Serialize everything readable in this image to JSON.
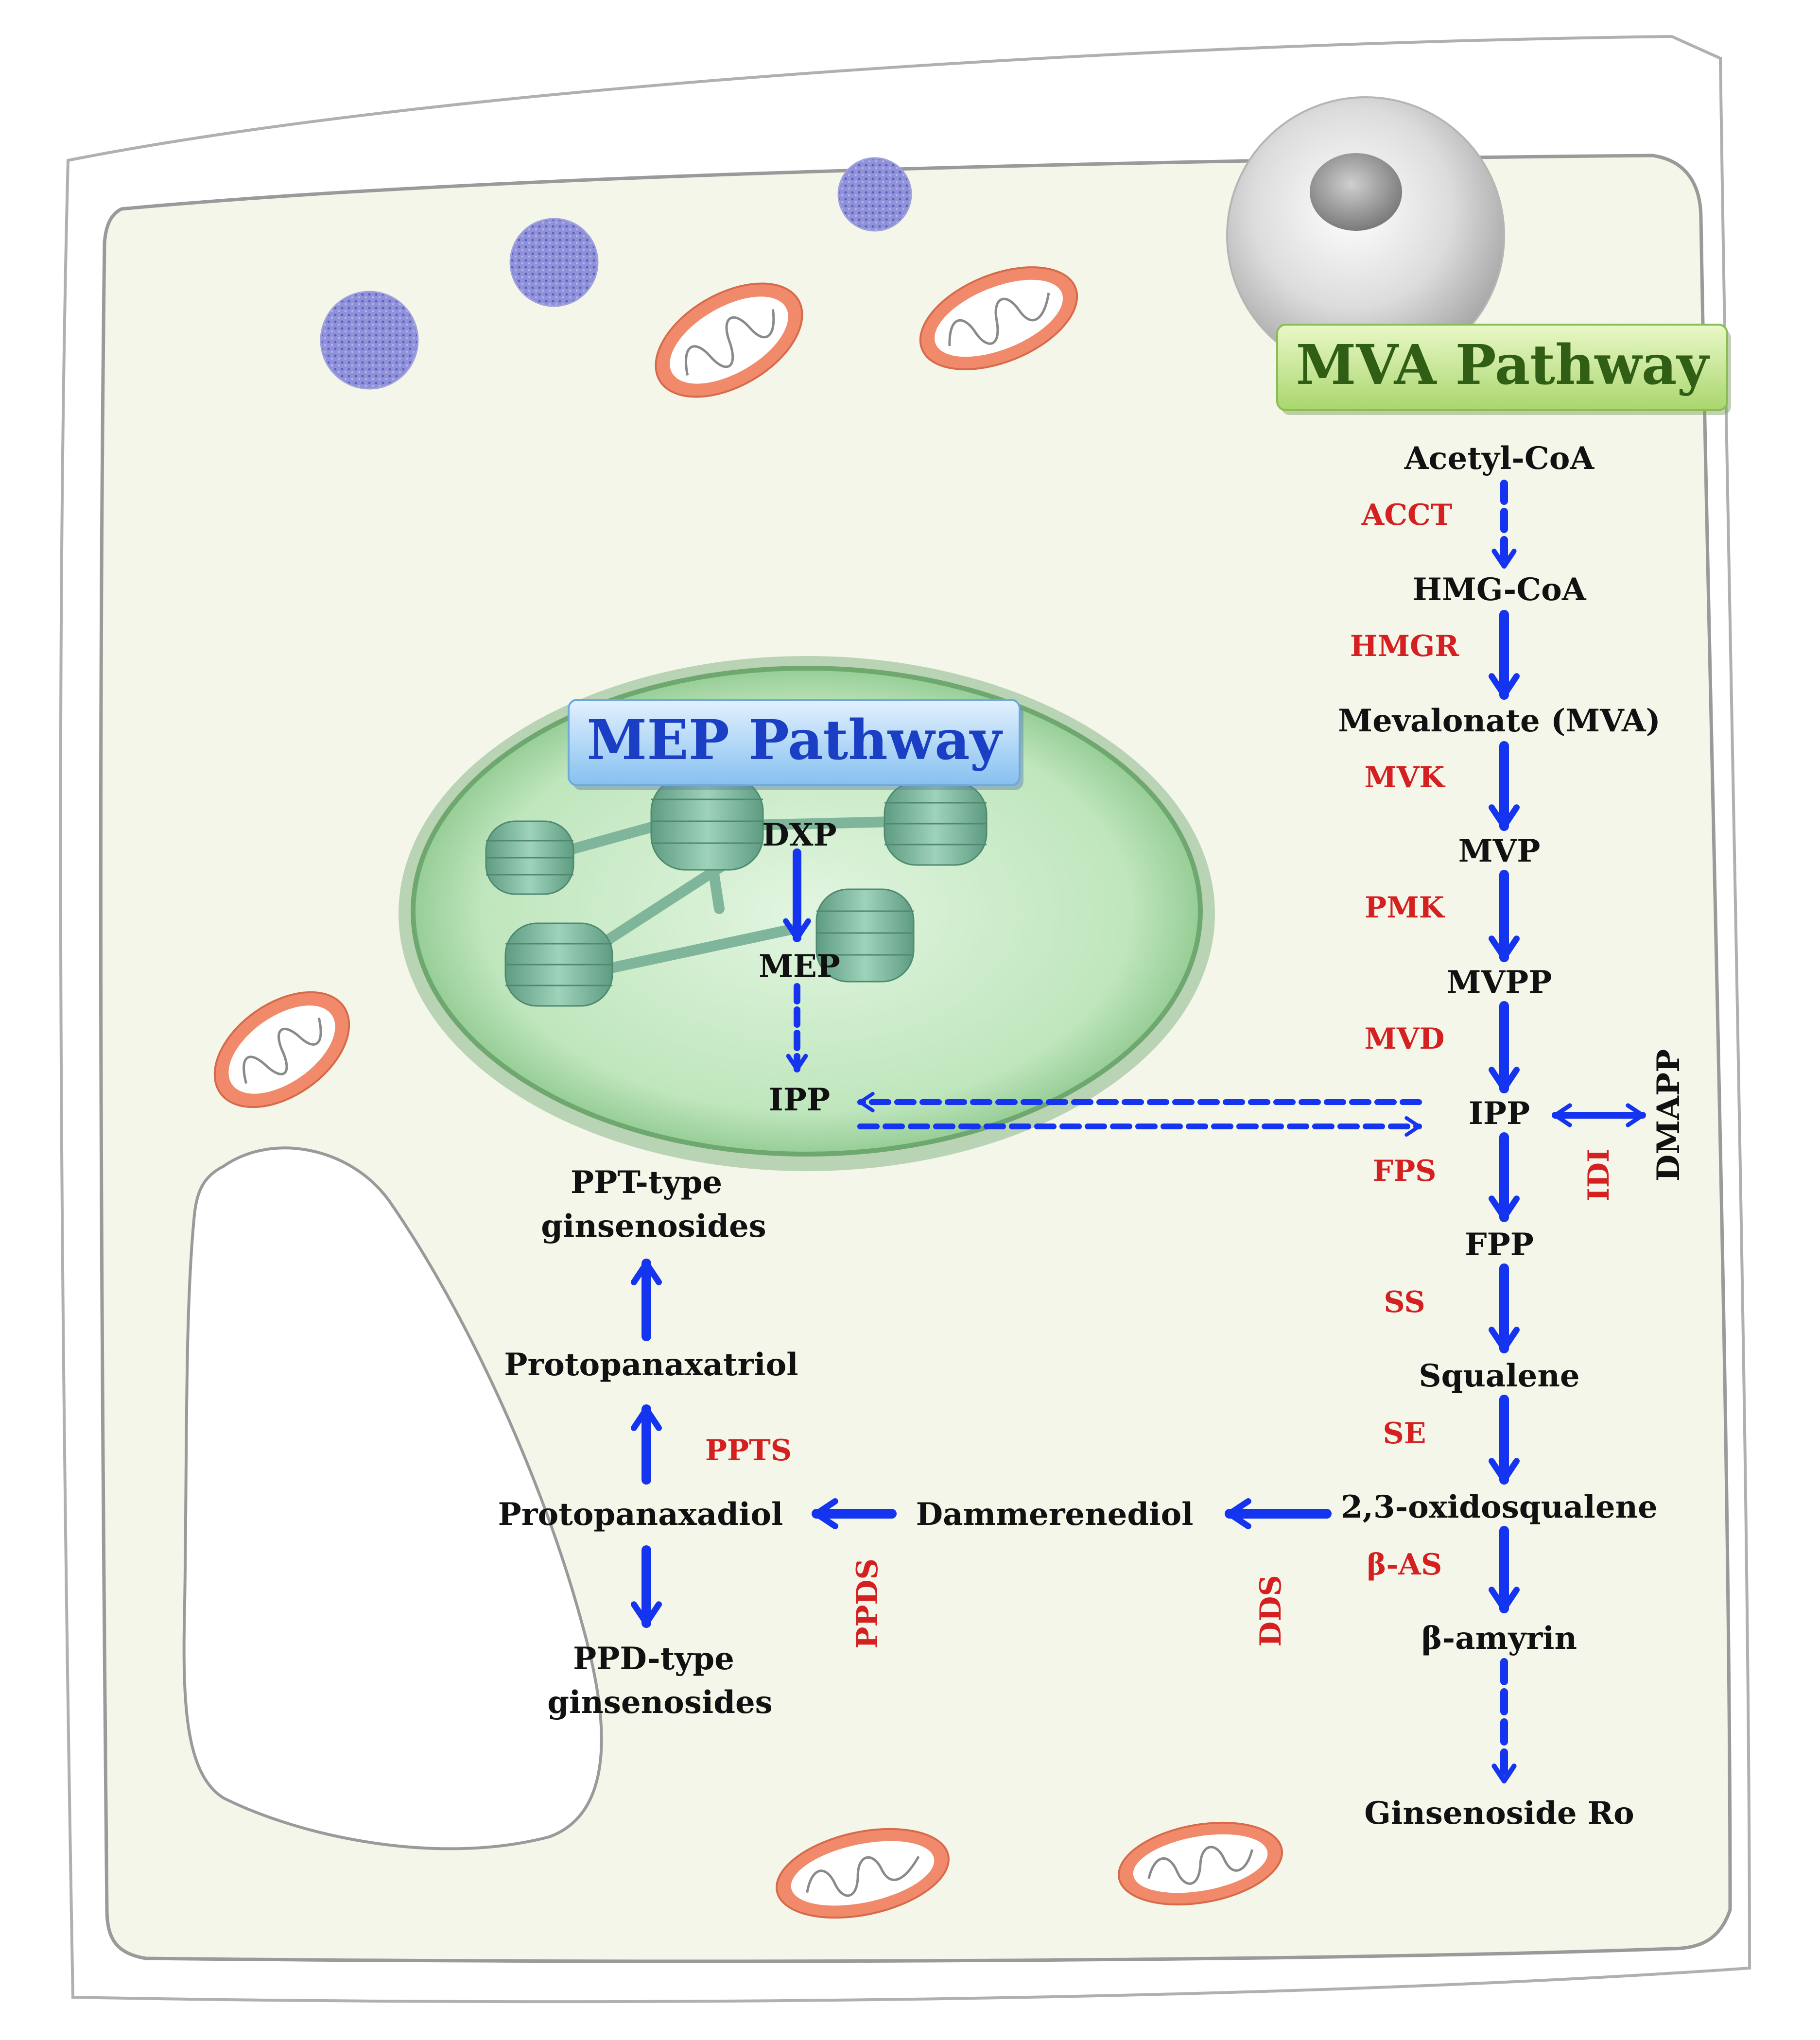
{
  "colors": {
    "cell_fill": "#f5f6ea",
    "cell_outline": "#9a9a9a",
    "enzyme": "#d42020",
    "arrow": "#1434f0",
    "metabolite": "#111111",
    "mva_title": "#2f5e14",
    "mep_title": "#1a3fc4",
    "chloroplast": "#a8d8a8",
    "mitochondrion": "#f08a6a",
    "vesicle": "#7d7fd0"
  },
  "icons": [
    "nucleus-icon",
    "chloroplast-icon",
    "mitochondrion-icon",
    "vesicle-icon",
    "vacuole-icon"
  ],
  "mva": {
    "title": "MVA Pathway",
    "acetyl_coa": "Acetyl-CoA",
    "hmg_coa": "HMG-CoA",
    "mevalonate": "Mevalonate (MVA)",
    "mvp": "MVP",
    "mvpp": "MVPP",
    "ipp": "IPP",
    "dmapp": "DMAPP",
    "fpp": "FPP",
    "squalene": "Squalene",
    "oxidosqualene": "2,3-oxidosqualene",
    "beta_amyrin": "β-amyrin",
    "ginsenoside_ro": "Ginsenoside Ro"
  },
  "mep": {
    "title": "MEP Pathway",
    "dxp": "DXP",
    "mep": "MEP",
    "ipp": "IPP"
  },
  "branch": {
    "dammerenediol": "Dammerenediol",
    "protopanaxadiol": "Protopanaxadiol",
    "protopanaxatriol": "Protopanaxatriol",
    "ppt_line1": "PPT-type",
    "ppt_line2": "ginsenosides",
    "ppd_line1": "PPD-type",
    "ppd_line2": "ginsenosides"
  },
  "enzymes": {
    "acct": "ACCT",
    "hmgr": "HMGR",
    "mvk": "MVK",
    "pmk": "PMK",
    "mvd": "MVD",
    "fps": "FPS",
    "idi": "IDI",
    "ss": "SS",
    "se": "SE",
    "beta_as": "β-AS",
    "dds": "DDS",
    "ppds": "PPDS",
    "ppts": "PPTS"
  }
}
